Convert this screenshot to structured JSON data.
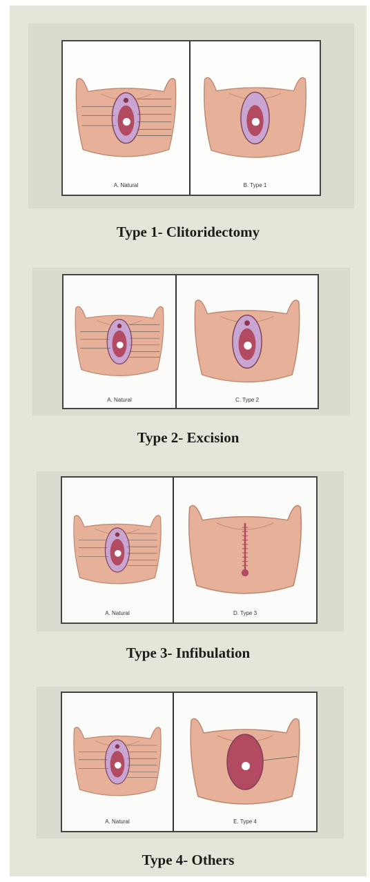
{
  "diagram": {
    "colors": {
      "panel": "#e4e6da",
      "skin": "#e4a98e",
      "tissue": "#b24a62",
      "mucosa": "#c9a6d2"
    },
    "blocks": [
      {
        "caption": "Type 1- Clitoridectomy",
        "left_label": "A. Natural",
        "right_label": "B. Type 1",
        "right_variant": "type1"
      },
      {
        "caption": "Type 2- Excision",
        "left_label": "A. Natural",
        "right_label": "C. Type 2",
        "right_variant": "type2"
      },
      {
        "caption": "Type 3- Infibulation",
        "left_label": "A. Natural",
        "right_label": "D. Type 3",
        "right_variant": "type3"
      },
      {
        "caption": "Type 4- Others",
        "left_label": "A. Natural",
        "right_label": "E. Type 4",
        "right_variant": "type4"
      }
    ]
  }
}
